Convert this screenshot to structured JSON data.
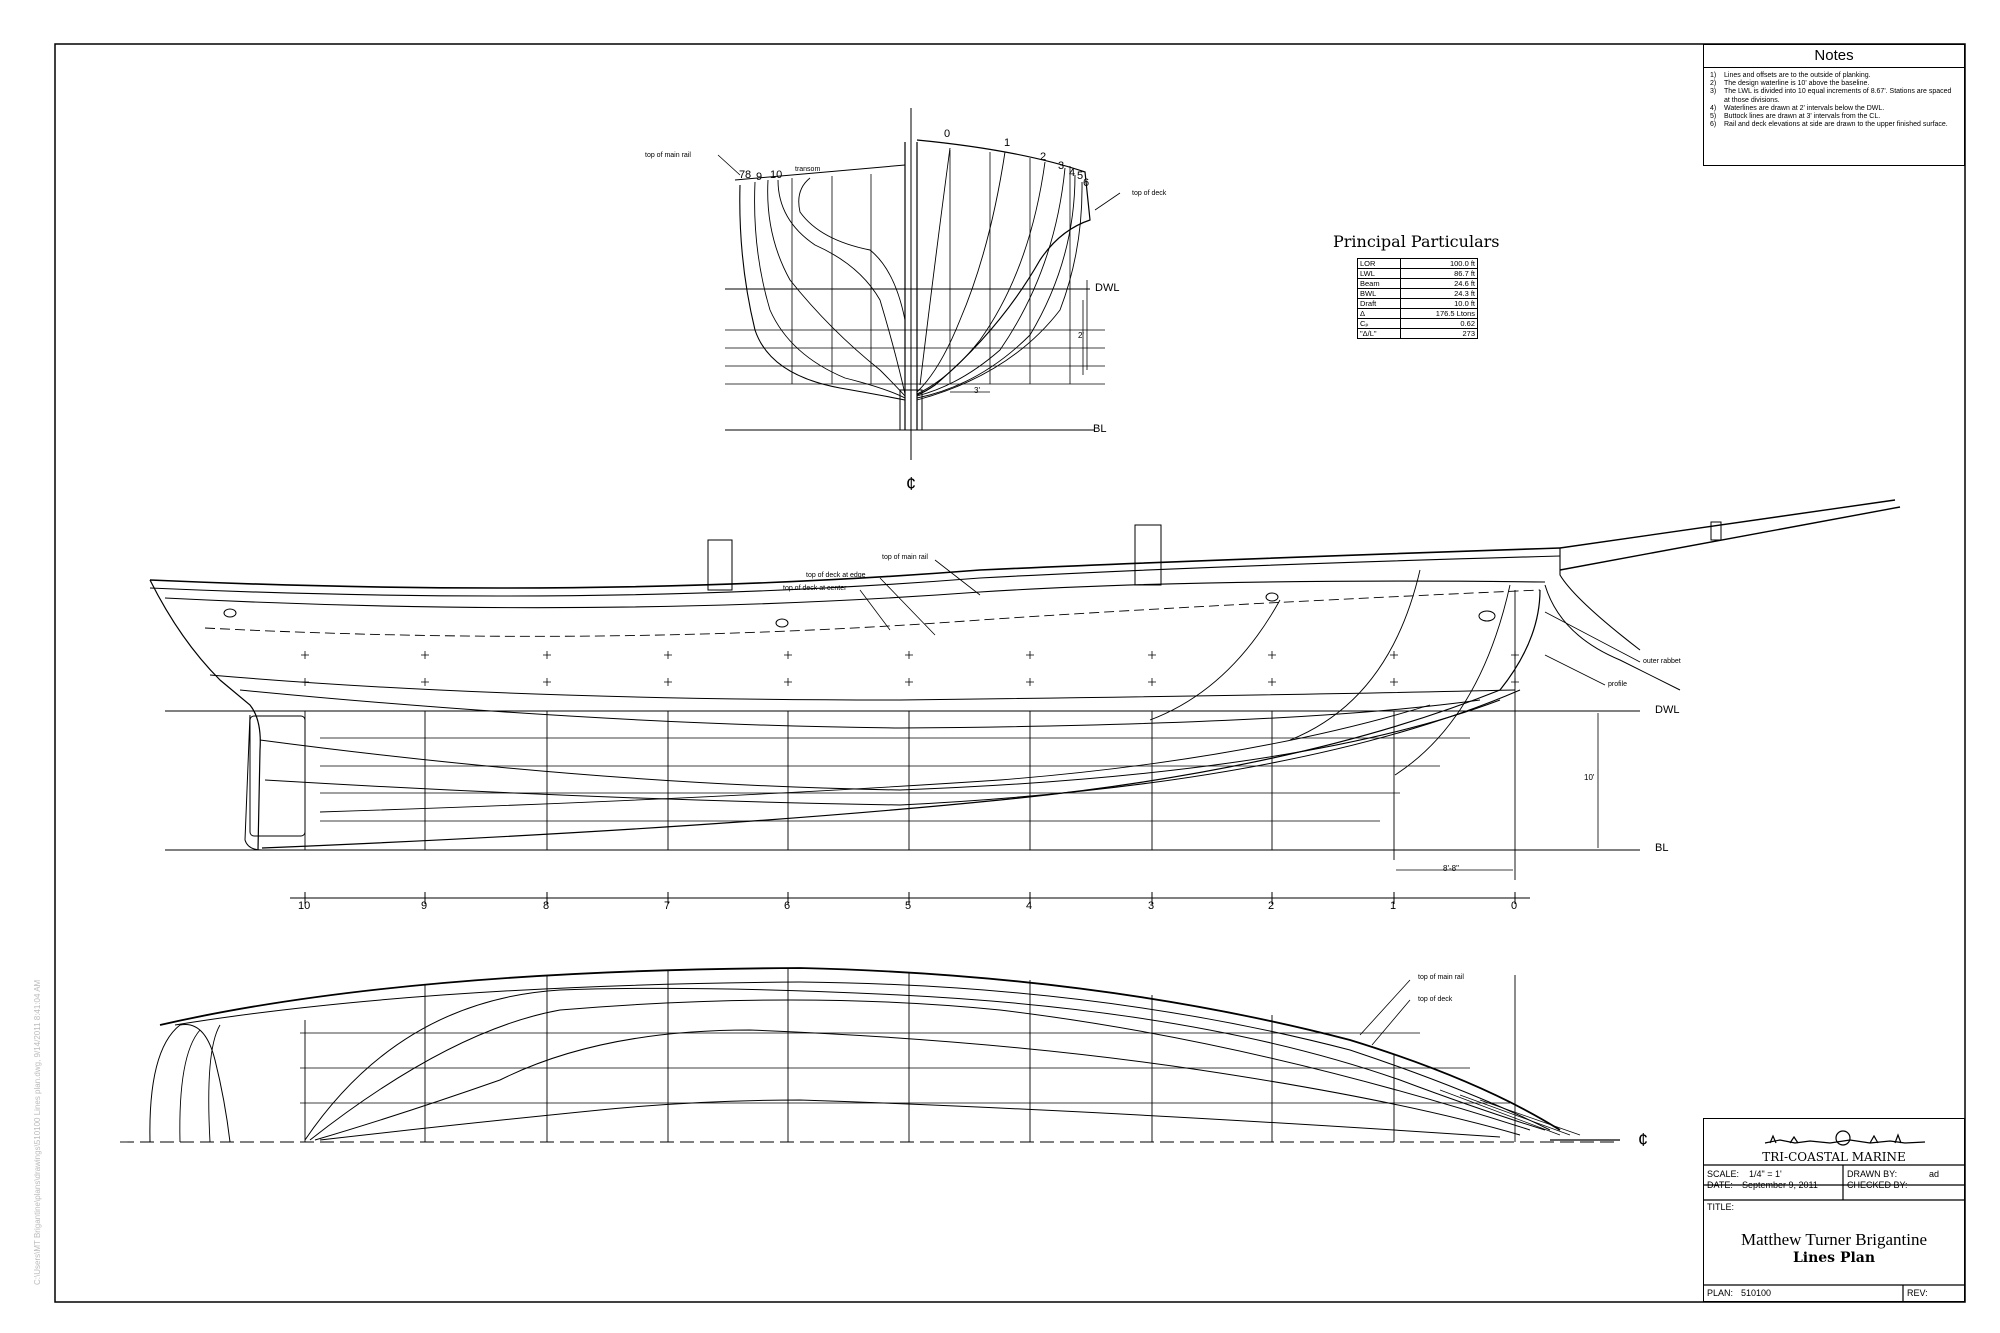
{
  "notes": {
    "title": "Notes",
    "items": [
      {
        "num": "1)",
        "text": "Lines and offsets are to the outside of planking."
      },
      {
        "num": "2)",
        "text": "The design waterline is 10' above the baseline."
      },
      {
        "num": "3)",
        "text": "The LWL is divided into 10 equal increments of 8.67'. Stations are spaced at those divisions."
      },
      {
        "num": "4)",
        "text": "Waterlines are drawn at 2' intervals below the DWL."
      },
      {
        "num": "5)",
        "text": "Buttock lines are drawn at 3' intervals from the CL."
      },
      {
        "num": "6)",
        "text": "Rail and deck elevations at side are drawn to the upper finished surface."
      }
    ]
  },
  "principal_particulars": {
    "title": "Principal Particulars",
    "rows": [
      {
        "key": "LOR",
        "value": "100.0 ft"
      },
      {
        "key": "LWL",
        "value": "86.7 ft"
      },
      {
        "key": "Beam",
        "value": "24.6 ft"
      },
      {
        "key": "BWL",
        "value": "24.3 ft"
      },
      {
        "key": "Draft",
        "value": "10.0 ft"
      },
      {
        "key": "Δ",
        "value": "176.5 Ltons"
      },
      {
        "key": "Cₚ",
        "value": "0.62"
      },
      {
        "key": "\"Δ/L\"",
        "value": "273"
      }
    ]
  },
  "body_plan": {
    "labels": {
      "top_of_main_rail": "top of main rail",
      "transom": "transom",
      "top_of_deck": "top of deck",
      "dwl": "DWL",
      "bl": "BL",
      "dim_2": "2'",
      "dim_3": "3'",
      "cl": "¢"
    },
    "aft_stations": [
      "7",
      "8",
      "9",
      "10"
    ],
    "fwd_stations": [
      "0",
      "1",
      "2",
      "3",
      "4",
      "5",
      "6"
    ]
  },
  "profile": {
    "labels": {
      "top_of_main_rail": "top of main rail",
      "top_of_deck_at_edge": "top of deck at edge",
      "top_of_deck_at_center": "top of deck at center",
      "outer_rabbet": "outer rabbet",
      "profile": "profile",
      "dwl": "DWL",
      "bl": "BL",
      "dim_10": "10'",
      "dim_station": "8'-8\""
    },
    "stations": [
      "10",
      "9",
      "8",
      "7",
      "6",
      "5",
      "4",
      "3",
      "2",
      "1",
      "0"
    ]
  },
  "half_breadth": {
    "labels": {
      "top_of_main_rail": "top of main rail",
      "top_of_deck": "top of deck",
      "cl": "¢"
    }
  },
  "title_block": {
    "company": "TRI-COASTAL MARINE",
    "scale_label": "SCALE:",
    "scale_value": "1/4\" = 1'",
    "drawn_by_label": "DRAWN BY:",
    "drawn_by_value": "ad",
    "date_label": "DATE:",
    "date_value": "September 9, 2011",
    "checked_by_label": "CHECKED BY:",
    "checked_by_value": "",
    "title_label": "TITLE:",
    "title_line1": "Matthew Turner Brigantine",
    "title_line2": "Lines  Plan",
    "plan_label": "PLAN:",
    "plan_value": "510100",
    "rev_label": "REV:",
    "rev_value": ""
  },
  "margin_text": "C:\\Users\\MT Brigantine\\plans\\drawings\\510100 Lines plan.dwg, 9/14/2011 8:41:04 AM"
}
